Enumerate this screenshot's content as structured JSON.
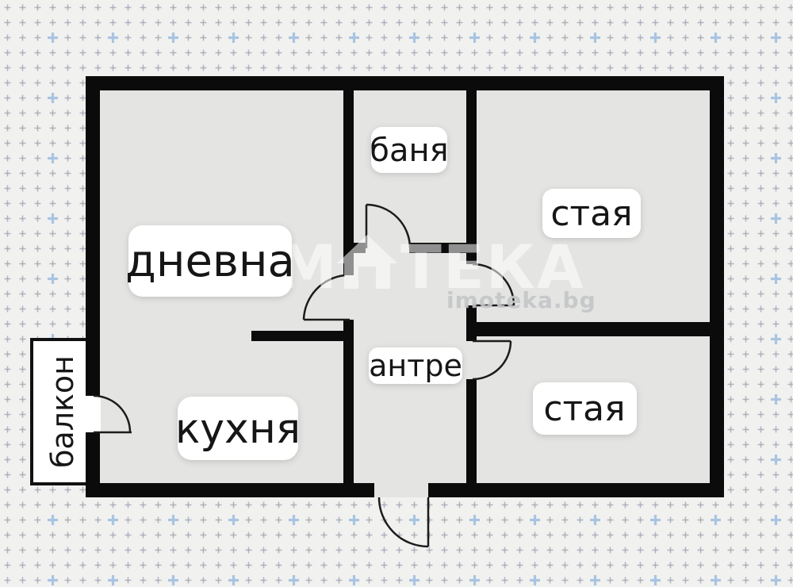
{
  "floor_plan": {
    "type": "apartment-floor-plan",
    "rooms": {
      "living": {
        "label": "дневна"
      },
      "bathroom": {
        "label": "баня"
      },
      "room_top": {
        "label": "стая"
      },
      "hallway": {
        "label": "антре"
      },
      "kitchen": {
        "label": "кухня"
      },
      "room_bottom": {
        "label": "стая"
      },
      "balcony": {
        "label": "балкон"
      }
    },
    "doors": {
      "count": 6,
      "locations": [
        "bathroom",
        "living",
        "room_top",
        "room_bottom",
        "balcony",
        "entrance"
      ]
    },
    "watermark": {
      "brand": "ИМОТЕКА",
      "brand_before_logo": "ИМ",
      "brand_after_logo": "ТЕКА",
      "website": "imoteka.bg"
    },
    "colors": {
      "wall": "#0b0b0b",
      "floor_fill": "#e4e4e2",
      "background": "#f1f1ef",
      "label_background": "#ffffff",
      "label_text": "#161616",
      "pattern_small_cross": "#9aa0ac",
      "pattern_large_cross": "#a9c4e2",
      "watermark_text": "rgba(255,255,255,0.55)",
      "watermark_site_text": "#c3c5c8"
    }
  }
}
